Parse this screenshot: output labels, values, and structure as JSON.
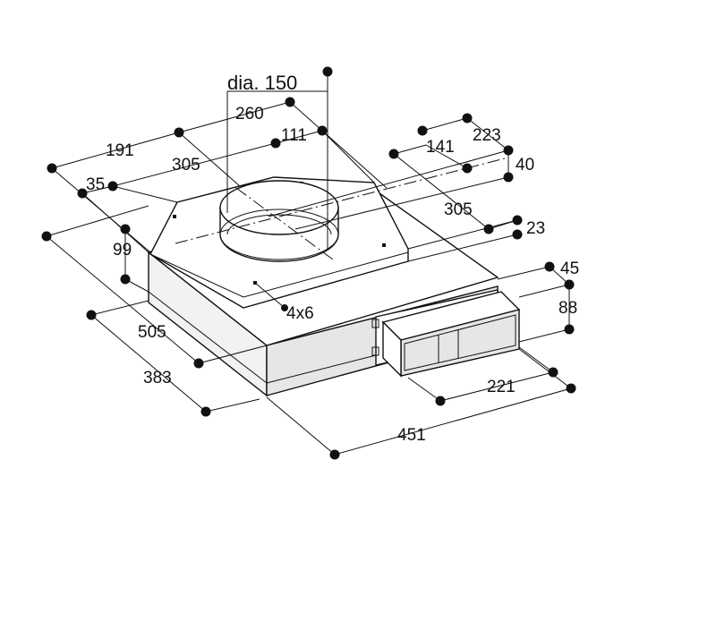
{
  "diagram": {
    "labels": {
      "diameter": "dia. 150",
      "d260": "260",
      "d191": "191",
      "d111": "111",
      "d223": "223",
      "d141": "141",
      "d40": "40",
      "d305_left": "305",
      "d305_right": "305",
      "d35": "35",
      "d23": "23",
      "d45": "45",
      "d99": "99",
      "d88": "88",
      "holes": "4x6",
      "d505": "505",
      "d383": "383",
      "d221": "221",
      "d451": "451"
    },
    "colors": {
      "line": "#111111",
      "top_face": "#ffffff",
      "shade_light": "#f2f2f2",
      "shade_mid": "#e6e6e6",
      "background": "#ffffff"
    }
  }
}
